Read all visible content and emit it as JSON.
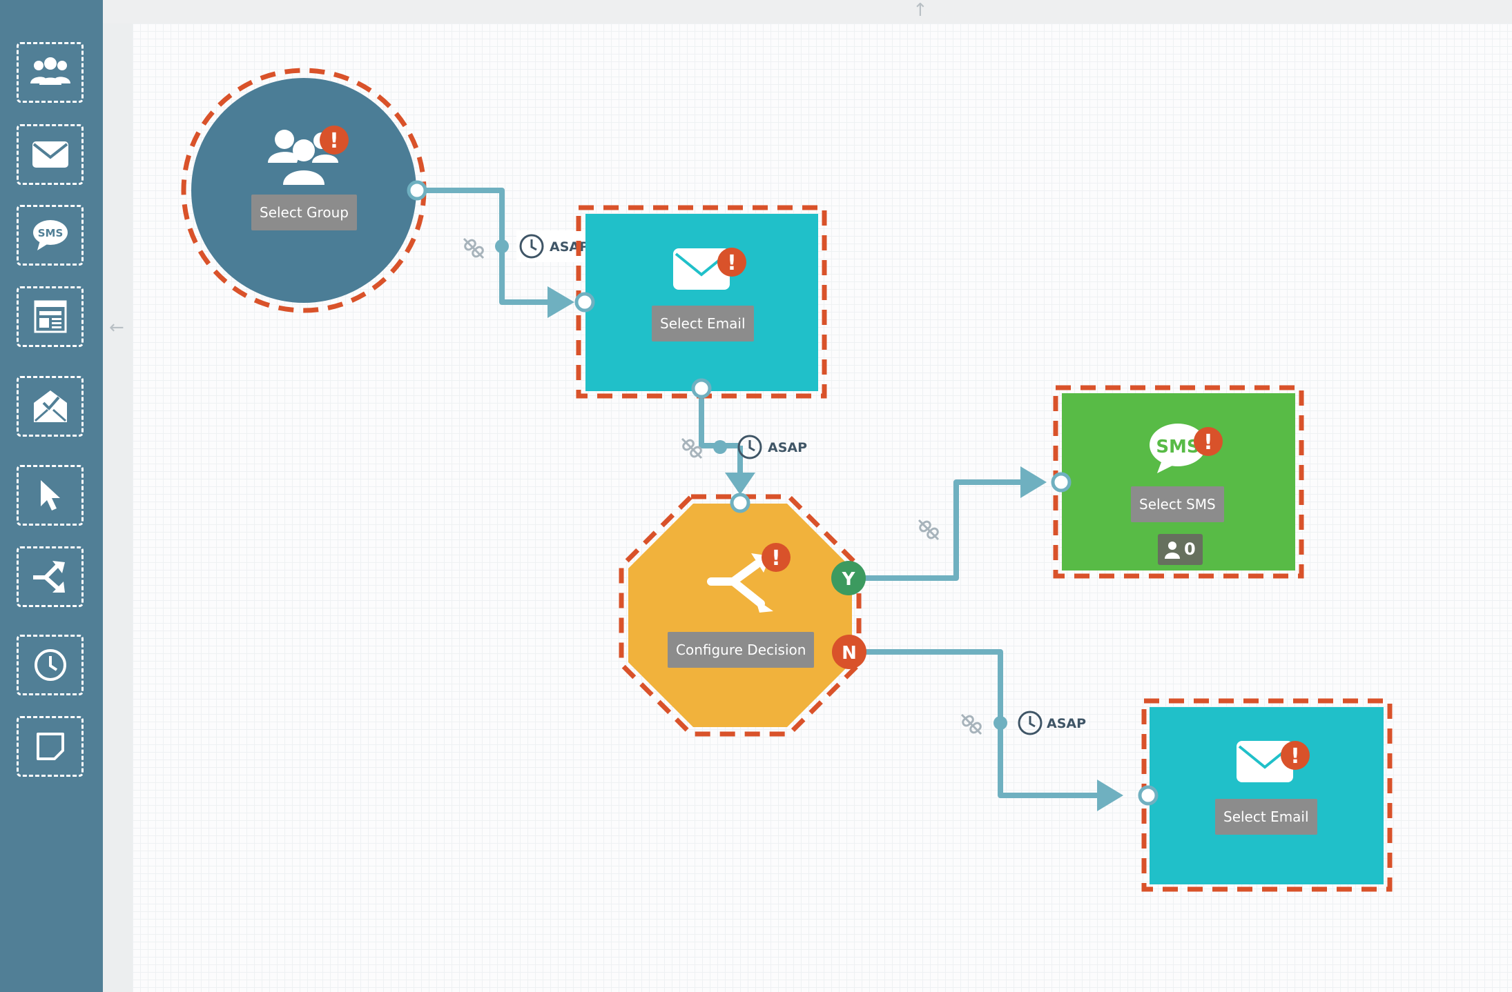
{
  "sidebar": {
    "tools": [
      {
        "icon": "people-icon"
      },
      {
        "icon": "envelope-icon"
      },
      {
        "icon": "sms-bubble-icon",
        "text": "SMS"
      },
      {
        "icon": "webpage-icon"
      },
      {
        "icon": "open-envelope-check-icon"
      },
      {
        "icon": "cursor-arrow-icon"
      },
      {
        "icon": "split-arrows-icon"
      },
      {
        "icon": "clock-icon"
      },
      {
        "icon": "sticky-note-icon"
      }
    ]
  },
  "nodes": {
    "group": {
      "label": "Select Group",
      "color": "#4b7d96",
      "icon": "people-icon"
    },
    "email1": {
      "label": "Select Email",
      "color": "#20c0c9",
      "icon": "envelope-icon"
    },
    "decision": {
      "label": "Configure Decision",
      "color": "#f1b23c",
      "icon": "split-arrows-icon"
    },
    "sms": {
      "label": "Select SMS",
      "color": "#58bb46",
      "icon": "sms-bubble-icon",
      "icon_text": "SMS",
      "count": "0"
    },
    "email2": {
      "label": "Select Email",
      "color": "#20c0c9",
      "icon": "envelope-icon"
    }
  },
  "connections": {
    "delay1": "ASAP",
    "delay2": "ASAP",
    "delay3": "ASAP",
    "yes_branch": "Y",
    "no_branch": "N"
  },
  "warning_badge": "!",
  "colors": {
    "warning": "#d9522a",
    "dashed_border": "#d9522a",
    "connector": "#6fb0c0",
    "yes": "#3c9a5f",
    "no": "#d9522a",
    "sidebar": "#517f96"
  }
}
